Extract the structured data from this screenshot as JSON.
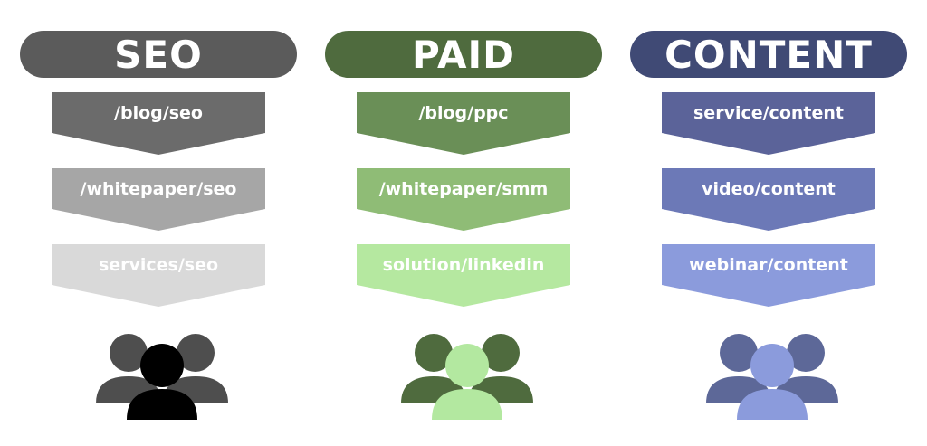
{
  "columns": [
    {
      "title": "SEO",
      "header_color": "#5b5b5b",
      "steps": [
        {
          "label": "/blog/seo",
          "color": "#6b6b6b"
        },
        {
          "label": "/whitepaper/seo",
          "color": "#a6a6a6"
        },
        {
          "label": "services/seo",
          "color": "#d9d9d9"
        }
      ],
      "audience": {
        "icon": "audience-group-icon",
        "back_color": "#4e4e4e",
        "front_color": "#000000"
      }
    },
    {
      "title": "PAID",
      "header_color": "#4f6b3e",
      "steps": [
        {
          "label": "/blog/ppc",
          "color": "#6a8f57"
        },
        {
          "label": "/whitepaper/smm",
          "color": "#8fbc76"
        },
        {
          "label": "solution/linkedin",
          "color": "#b5e8a0"
        }
      ],
      "audience": {
        "icon": "audience-group-icon",
        "back_color": "#4f6b3e",
        "front_color": "#b3e8a0"
      }
    },
    {
      "title": "CONTENT",
      "header_color": "#404a75",
      "steps": [
        {
          "label": "service/content",
          "color": "#5b6399"
        },
        {
          "label": "video/content",
          "color": "#6c79b7"
        },
        {
          "label": "webinar/content",
          "color": "#8b9bdc"
        }
      ],
      "audience": {
        "icon": "audience-group-icon",
        "back_color": "#5d6898",
        "front_color": "#8b9bdc"
      }
    }
  ]
}
